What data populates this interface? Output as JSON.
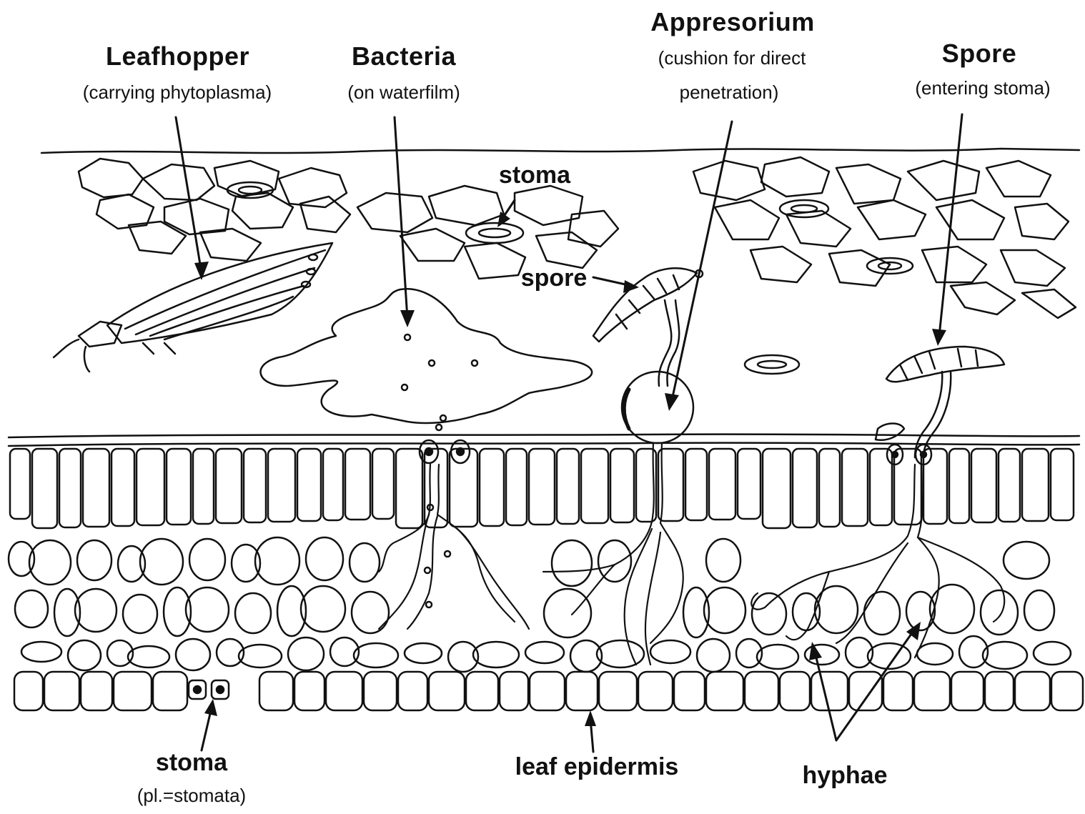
{
  "labels": {
    "leafhopper": {
      "title": "Leafhopper",
      "sub": "(carrying phytoplasma)"
    },
    "bacteria": {
      "title": "Bacteria",
      "sub": "(on waterfilm)"
    },
    "appresorium": {
      "title": "Appresorium",
      "sub1": "(cushion for direct",
      "sub2": "penetration)"
    },
    "spore_top": {
      "title": "Spore",
      "sub": "(entering stoma)"
    },
    "stoma_upper": "stoma",
    "spore_mid": "spore",
    "stoma_bottom": {
      "title": "stoma",
      "sub": "(pl.=stomata)"
    },
    "leaf_epidermis": "leaf epidermis",
    "hyphae": "hyphae"
  }
}
